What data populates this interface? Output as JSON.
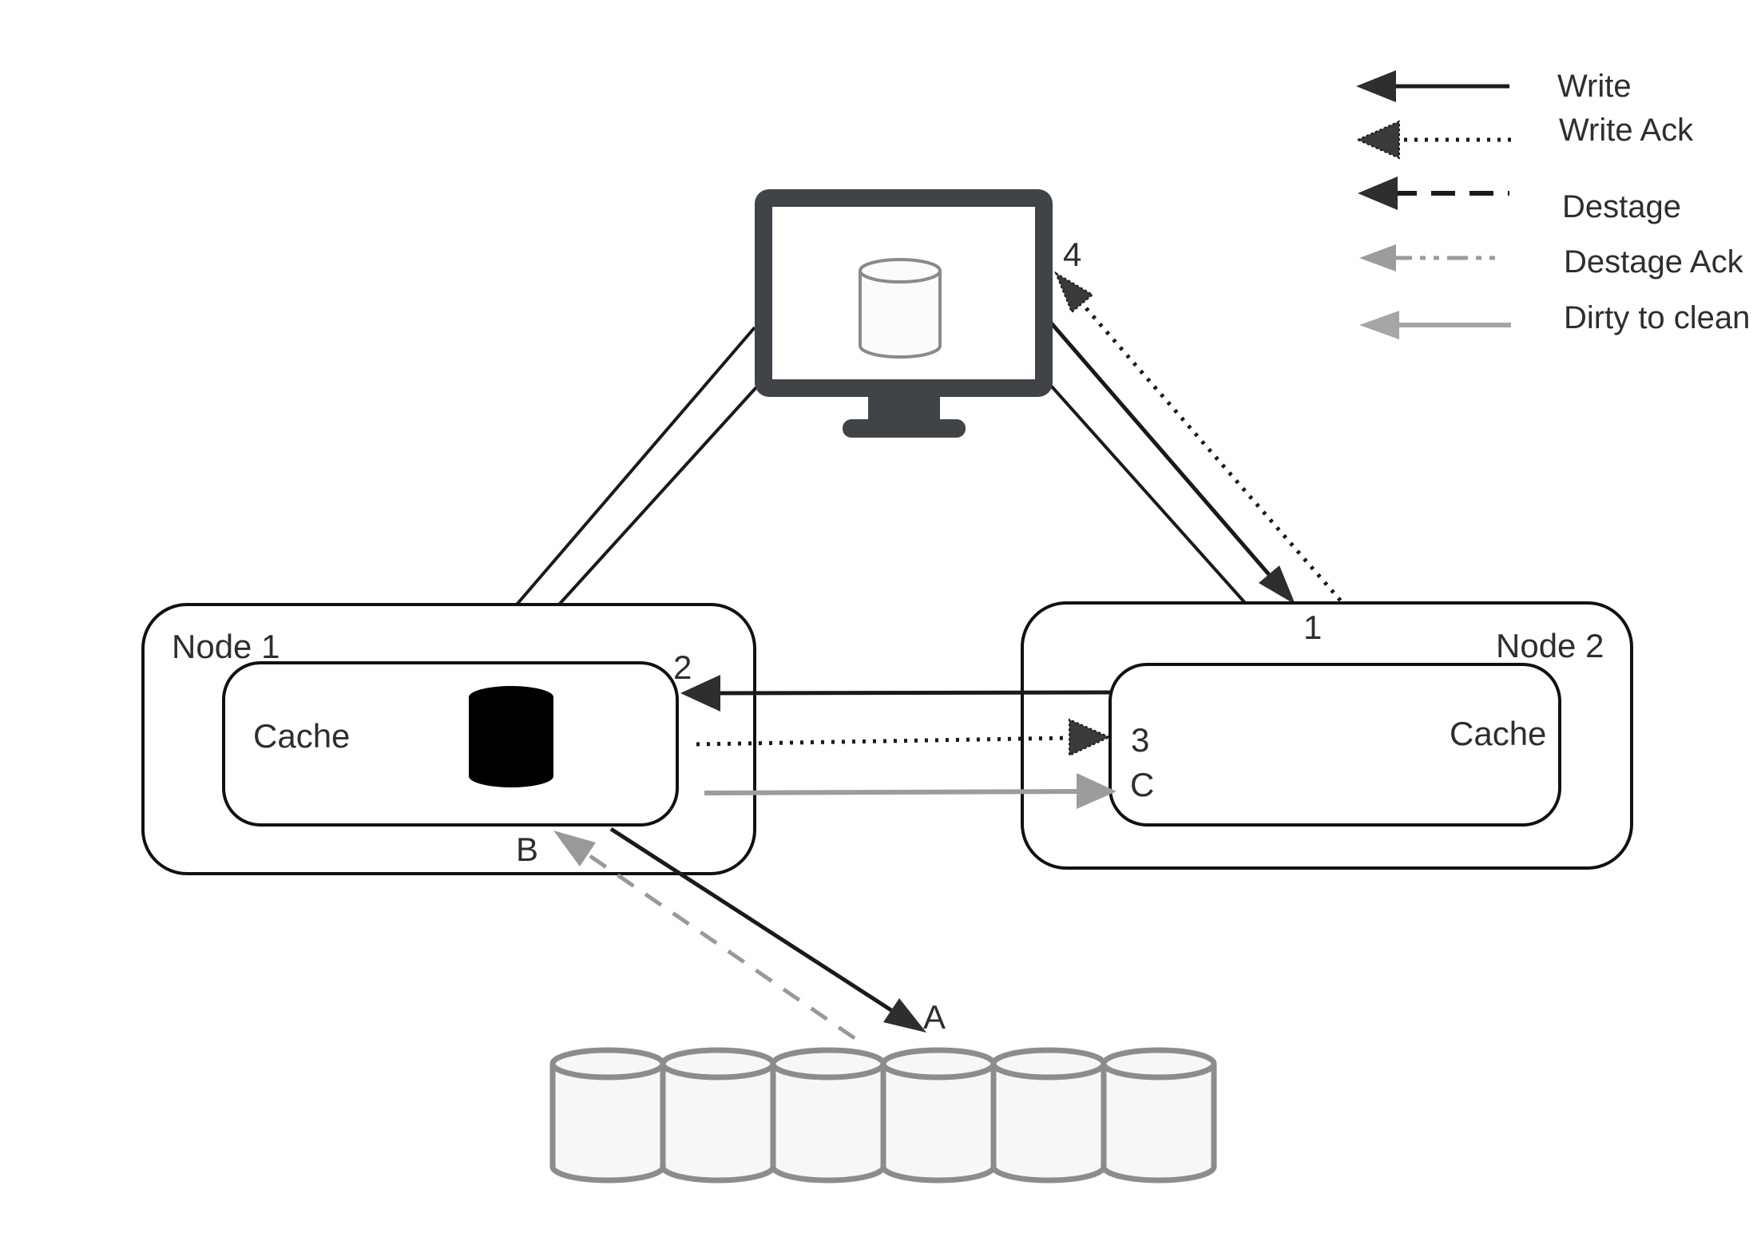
{
  "colors": {
    "line_black": "#1a1a1a",
    "line_gray": "#9c9c9c",
    "line_gray_light": "#a6a6a6",
    "monitor_frame": "#404347",
    "disk_stroke": "#8c8c8c",
    "text": "#2e2e2e"
  },
  "legend": {
    "items": [
      {
        "id": "write",
        "label": "Write",
        "style": "solid-black"
      },
      {
        "id": "write-ack",
        "label": "Write Ack",
        "style": "dotted-black"
      },
      {
        "id": "destage",
        "label": "Destage",
        "style": "dashed-black"
      },
      {
        "id": "destage-ack",
        "label": "Destage Ack",
        "style": "dashdot-gray"
      },
      {
        "id": "dirty-to-clean",
        "label": "Dirty to clean",
        "style": "solid-gray"
      }
    ]
  },
  "nodes": {
    "node1": {
      "label": "Node 1",
      "cache_label": "Cache"
    },
    "node2": {
      "label": "Node 2",
      "cache_label": "Cache"
    }
  },
  "step_labels": {
    "write_to_node2": "1",
    "mirror_write": "2",
    "write_ack": "3",
    "host_ack": "4",
    "destage": "A",
    "destage_ack": "B",
    "dirty_to_clean": "C"
  }
}
